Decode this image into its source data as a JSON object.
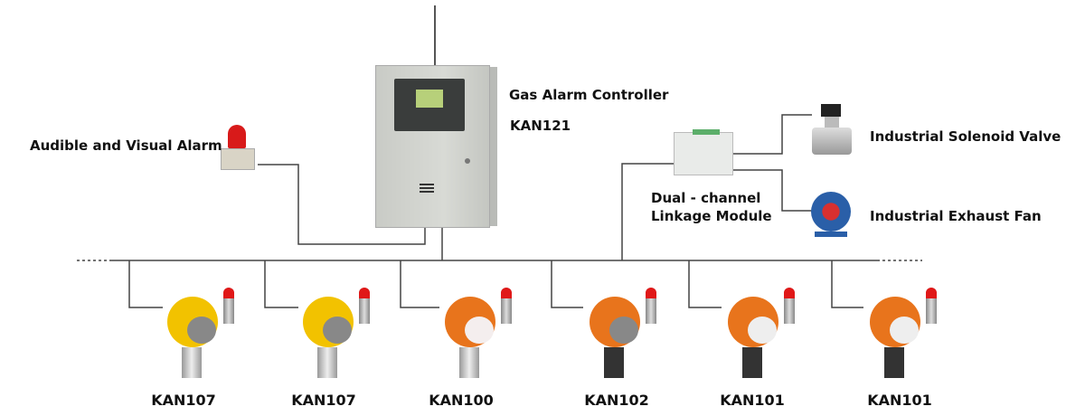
{
  "controller": {
    "title": "Gas Alarm Controller",
    "model": "KAN121"
  },
  "alarm": {
    "label": "Audible and Visual Alarm"
  },
  "module": {
    "label_line1": "Dual - channel",
    "label_line2": "Linkage Module"
  },
  "outputs": [
    {
      "label": "Industrial Solenoid Valve"
    },
    {
      "label": "Industrial Exhaust Fan"
    }
  ],
  "detectors": [
    {
      "model": "KAN107",
      "color": "#f2c200"
    },
    {
      "model": "KAN107",
      "color": "#f2c200"
    },
    {
      "model": "KAN100",
      "color": "#e8741c"
    },
    {
      "model": "KAN102",
      "color": "#e8741c"
    },
    {
      "model": "KAN101",
      "color": "#e8741c"
    },
    {
      "model": "KAN101",
      "color": "#e8741c"
    }
  ]
}
